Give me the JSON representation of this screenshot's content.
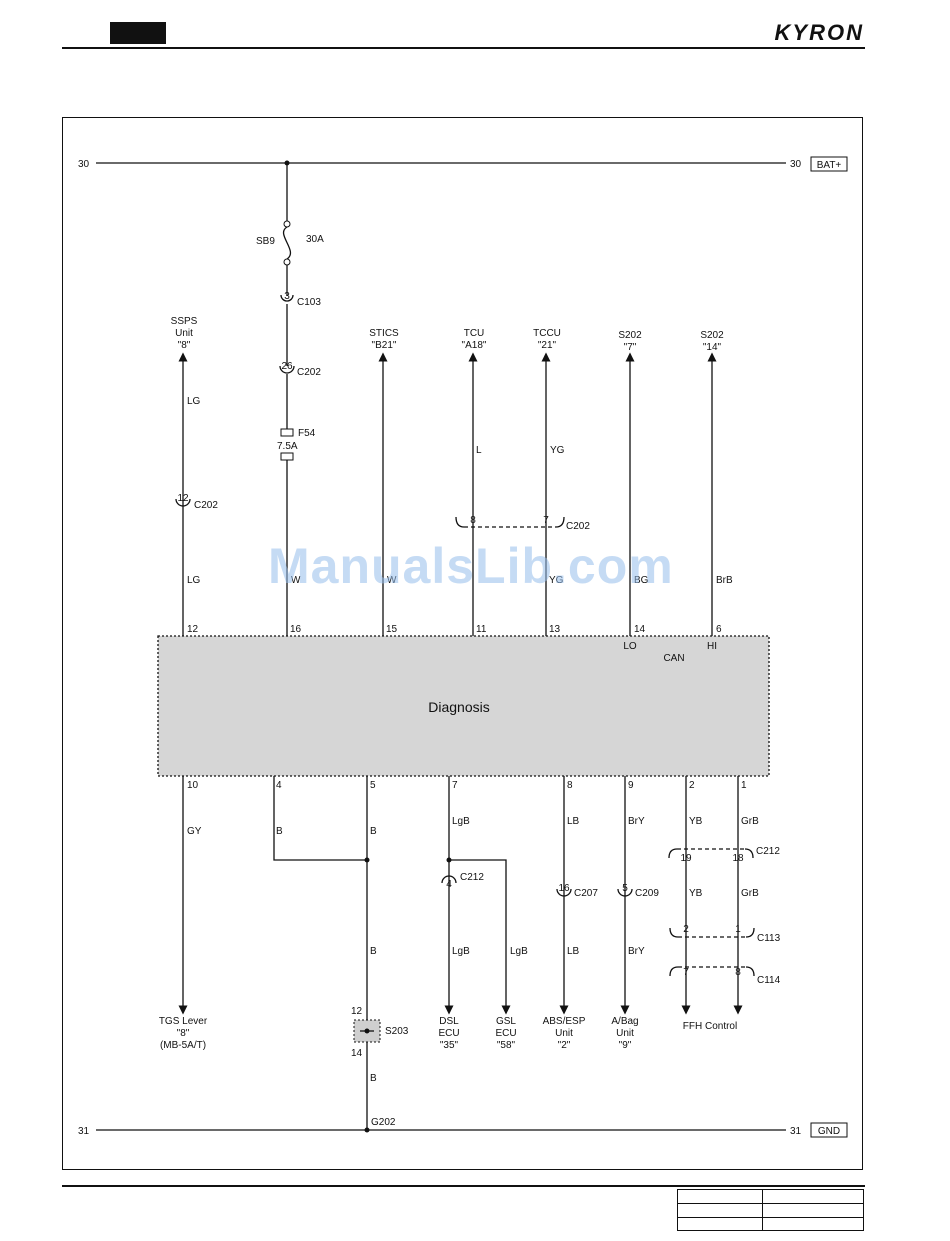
{
  "header": {
    "brand": "KYRON"
  },
  "watermark": "ManualsLib.com",
  "diagnosis": {
    "title": "Diagnosis",
    "can_label": "CAN",
    "lo_label": "LO",
    "hi_label": "HI"
  },
  "rails": {
    "top_left": "30",
    "top_right": "30",
    "top_tag": "BAT+",
    "bottom_left": "31",
    "bottom_right": "31",
    "bottom_tag": "GND"
  },
  "fuse": {
    "name": "SB9",
    "rating": "30A"
  },
  "inline_fuse": {
    "name": "F54",
    "rating": "7.5A"
  },
  "top_wires": {
    "ssps": {
      "dest": [
        "SSPS",
        "Unit",
        "\"8\""
      ],
      "color_upper": "LG",
      "connector_pin": "12",
      "connector": "C202",
      "color_lower": "LG",
      "ecu_pin": "12"
    },
    "power": {
      "c103_pin": "3",
      "c103": "C103",
      "c202_pin": "26",
      "c202": "C202",
      "color_lower": "W",
      "ecu_pin": "16"
    },
    "stics": {
      "dest": [
        "STICS",
        "\"B21\""
      ],
      "color_lower": "W",
      "ecu_pin": "15"
    },
    "tcu": {
      "dest": [
        "TCU",
        "\"A18\""
      ],
      "color_upper": "L",
      "connector_pin": "8",
      "ecu_pin": "11"
    },
    "tccu": {
      "dest": [
        "TCCU",
        "\"21\""
      ],
      "color_upper": "YG",
      "connector_pin": "7",
      "connector": "C202",
      "color_lower": "YG",
      "ecu_pin": "13"
    },
    "s202_7": {
      "dest": [
        "S202",
        "\"7\""
      ],
      "color_lower": "BG",
      "ecu_pin": "14"
    },
    "s202_14": {
      "dest": [
        "S202",
        "\"14\""
      ],
      "color_lower": "BrB",
      "ecu_pin": "6"
    }
  },
  "bottom_wires": {
    "tgs": {
      "ecu_pin": "10",
      "color": "GY",
      "dest": [
        "TGS Lever",
        "\"8\"",
        "(MB-5A/T)"
      ]
    },
    "gnd4": {
      "ecu_pin": "4",
      "color": "B"
    },
    "gnd5": {
      "ecu_pin": "5",
      "color_upper": "B",
      "color_mid": "B",
      "color_lower": "B",
      "splice": "S203",
      "splice_pin_top": "12",
      "splice_pin_bottom": "14",
      "ground": "G202"
    },
    "dsl": {
      "ecu_pin": "7",
      "color_upper": "LgB",
      "connector_pin": "4",
      "connector": "C212",
      "color_lower": "LgB",
      "dest": [
        "DSL",
        "ECU",
        "\"35\""
      ]
    },
    "gsl": {
      "color": "LgB",
      "dest": [
        "GSL",
        "ECU",
        "\"58\""
      ]
    },
    "abs": {
      "ecu_pin": "8",
      "color_upper": "LB",
      "connector_pin": "16",
      "connector": "C207",
      "color_lower": "LB",
      "dest": [
        "ABS/ESP",
        "Unit",
        "\"2\""
      ]
    },
    "abag": {
      "ecu_pin": "9",
      "color_upper": "BrY",
      "connector_pin": "5",
      "connector": "C209",
      "color_lower": "BrY",
      "dest": [
        "A/Bag",
        "Unit",
        "\"9\""
      ]
    },
    "ffh": {
      "left": {
        "ecu_pin": "2",
        "color_upper": "YB",
        "c212_pin": "19",
        "color_mid": "YB",
        "c113_pin": "2",
        "c114_pin": "7"
      },
      "right": {
        "ecu_pin": "1",
        "color_upper": "GrB",
        "c212_pin": "18",
        "color_mid": "GrB",
        "c113_pin": "1",
        "c114_pin": "8"
      },
      "c212": "C212",
      "c113": "C113",
      "c114": "C114",
      "dest": "FFH Control"
    }
  },
  "colors": {
    "ecu_fill": "#d6d6d6",
    "line": "#111111",
    "watermark": "#96bee6"
  }
}
